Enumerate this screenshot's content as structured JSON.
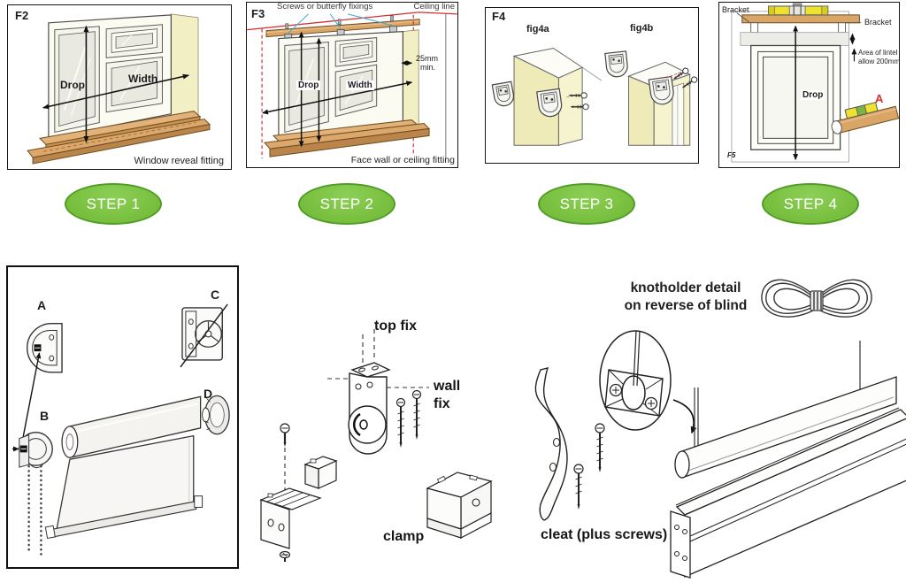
{
  "panels": {
    "f2": {
      "id": "F2",
      "drop": "Drop",
      "width_label": "Width",
      "caption": "Window reveal fitting"
    },
    "f3": {
      "id": "F3",
      "screws_note": "Screws or butterfly fixings",
      "ceiling_note": "Ceiling line",
      "drop": "Drop",
      "width_label": "Width",
      "gap_line1": "25mm",
      "gap_line2": "min.",
      "caption": "Face wall or ceiling fitting"
    },
    "f4": {
      "id": "F4",
      "fig_a": "fig4a",
      "fig_b": "fig4b"
    },
    "f5": {
      "fig_id": "F5",
      "bracket_left": "Bracket",
      "bracket_right": "Bracket",
      "lintel_line1": "Area of lintel",
      "lintel_line2": "allow 200mm",
      "drop": "Drop",
      "batten_label": "A"
    }
  },
  "steps": [
    {
      "label": "STEP 1"
    },
    {
      "label": "STEP 2"
    },
    {
      "label": "STEP 3"
    },
    {
      "label": "STEP 4"
    }
  ],
  "assembly": {
    "part_a": "A",
    "part_b": "B",
    "part_c": "C",
    "part_d": "D"
  },
  "fittings": {
    "top_fix": "top fix",
    "wall_fix_line1": "wall",
    "wall_fix_line2": "fix",
    "clamp": "clamp"
  },
  "cord_parts": {
    "cleat": "cleat (plus screws)",
    "knot_line1": "knotholder detail",
    "knot_line2": "on reverse of blind"
  },
  "colors": {
    "step_green": "#7cc242",
    "step_green_border": "#4f9d26",
    "accent_red": "#d62f2f",
    "accent_blue": "#3fa9d9",
    "wood": "#d9a668",
    "pale_yellow": "#f2efc4",
    "level_yellow": "#ede22f"
  }
}
